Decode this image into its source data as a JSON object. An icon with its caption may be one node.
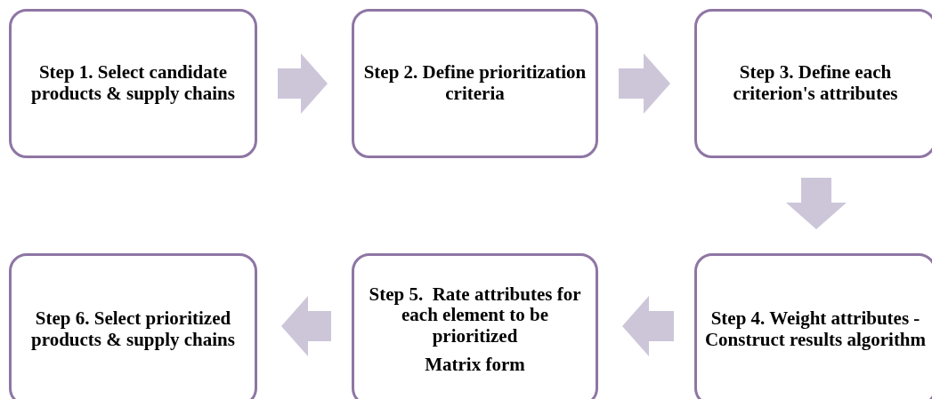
{
  "diagram": {
    "nodes": [
      {
        "text": [
          "Step 1. Select candidate products & supply chains"
        ]
      },
      {
        "text": [
          "Step 2. Define prioritization criteria"
        ]
      },
      {
        "text": [
          "Step 3. Define each criterion's attributes"
        ]
      },
      {
        "text": [
          "Step 4. Weight attributes - Construct results algorithm"
        ]
      },
      {
        "text": [
          "Step 5.  Rate attributes for each element to be prioritized",
          "Matrix form"
        ]
      },
      {
        "text": [
          "Step 6. Select prioritized products & supply chains"
        ]
      }
    ],
    "edges": [
      {
        "from": 0,
        "to": 1,
        "arrow": "to"
      },
      {
        "from": 1,
        "to": 2,
        "arrow": "to"
      },
      {
        "from": 2,
        "to": 3,
        "arrow": "to"
      },
      {
        "from": 3,
        "to": 4,
        "arrow": "to"
      },
      {
        "from": 4,
        "to": 5,
        "arrow": "to"
      }
    ]
  }
}
